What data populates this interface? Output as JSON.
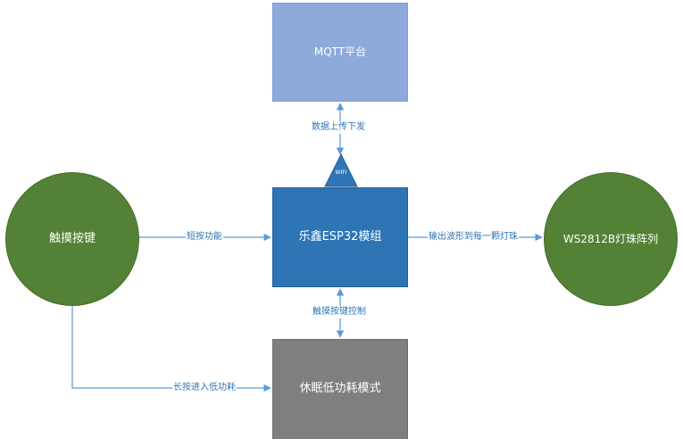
{
  "nodes": {
    "mqtt": {
      "label": "MQTT平台"
    },
    "esp32": {
      "label": "乐鑫ESP32模组"
    },
    "sleep": {
      "label": "休眠低功耗模式"
    },
    "touch": {
      "label": "触摸按键"
    },
    "ws2812b": {
      "label": "WS2812B灯珠阵列"
    }
  },
  "edges": {
    "upload_download": {
      "label": "数据上传下发"
    },
    "short_press": {
      "label": "短按功能"
    },
    "output_waveform": {
      "label": "输出波形到每一颗灯珠"
    },
    "touch_control": {
      "label": "触摸按键控制"
    },
    "long_press": {
      "label": "长按进入低功耗"
    }
  },
  "badges": {
    "wifi": {
      "label": "WIFI"
    }
  },
  "colors": {
    "mqtt": "#8eaadb",
    "esp32": "#2e75b6",
    "sleep": "#7f7f7f",
    "green": "#538135",
    "arrow": "#5b9bd5",
    "edge_text": "#2e75b6"
  }
}
